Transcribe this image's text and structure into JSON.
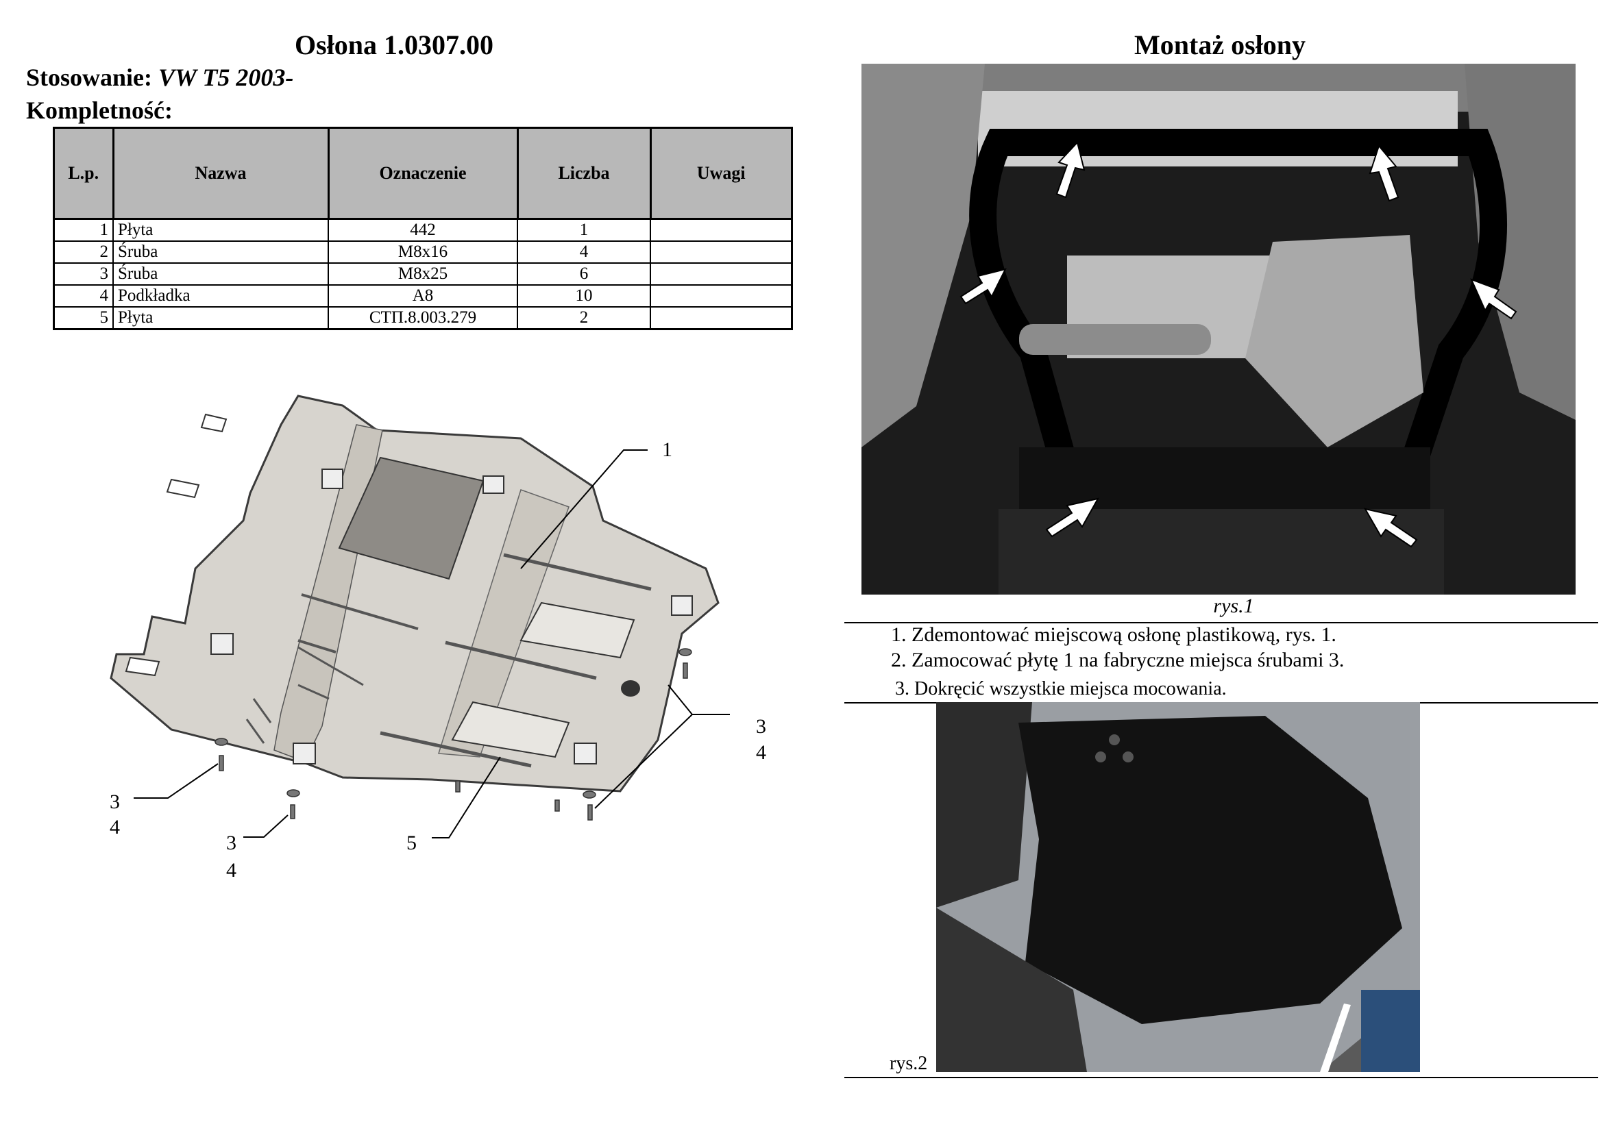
{
  "header": {
    "title_left": "Osłona 1.0307.00",
    "usage_label": "Stosowanie:",
    "usage_value": "VW T5 2003-",
    "completeness_label": "Kompletność:",
    "title_right": "Montaż osłony"
  },
  "parts_table": {
    "columns": [
      "L.p.",
      "Nazwa",
      "Oznaczenie",
      "Liczba",
      "Uwagi"
    ],
    "rows": [
      {
        "lp": "1",
        "name": "Płyta",
        "code": "442",
        "qty": "1",
        "note": ""
      },
      {
        "lp": "2",
        "name": "Śruba",
        "code": "M8x16",
        "qty": "4",
        "note": ""
      },
      {
        "lp": "3",
        "name": "Śruba",
        "code": "M8x25",
        "qty": "6",
        "note": ""
      },
      {
        "lp": "4",
        "name": "Podkładka",
        "code": "A8",
        "qty": "10",
        "note": ""
      },
      {
        "lp": "5",
        "name": "Płyta",
        "code": "СТП.8.003.279",
        "qty": "2",
        "note": ""
      }
    ]
  },
  "diagram": {
    "callouts": {
      "plate": "1",
      "bolt_right_a": "3",
      "washer_right_a": "4",
      "bolt_left_a": "3",
      "washer_left_a": "4",
      "bolt_bottom_a": "3",
      "washer_bottom_a": "4",
      "sub_plate": "5"
    }
  },
  "figures": {
    "caption_1": "rys.1",
    "caption_2": "rys.2"
  },
  "steps": [
    "1.  Zdemontować miejscową osłonę plastikową, rys. 1.",
    "2.  Zamocować płytę 1 na fabryczne miejsca śrubami 3.",
    "3.  Dokręcić wszystkie miejsca mocowania."
  ]
}
